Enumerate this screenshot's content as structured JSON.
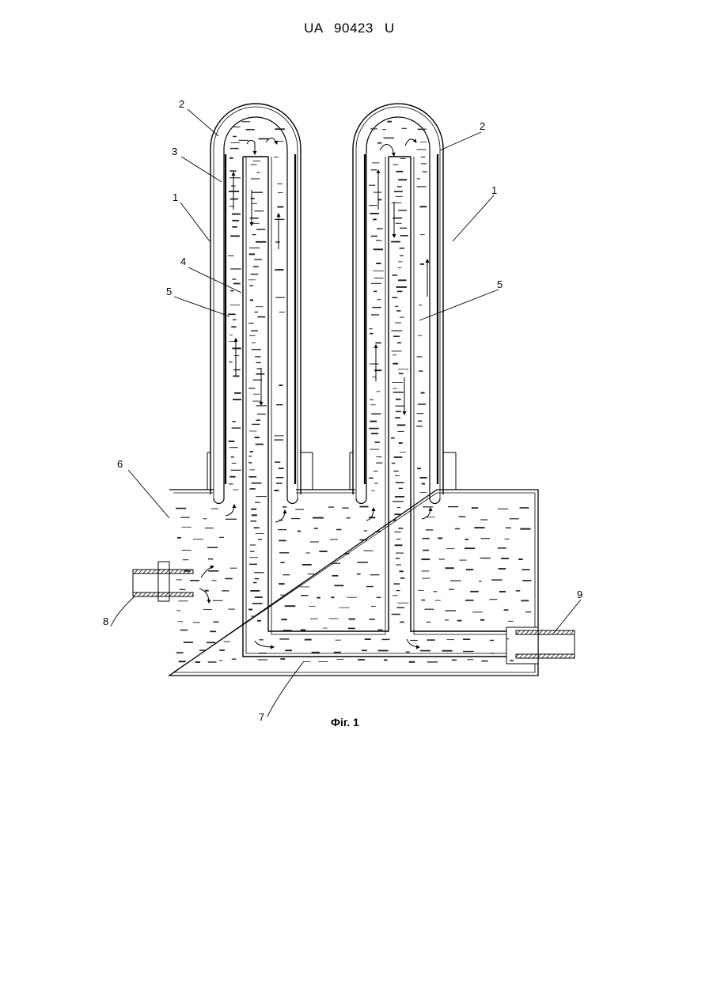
{
  "document": {
    "header": "UA 90423 U",
    "caption": "Фіг. 1"
  },
  "figure": {
    "labels": {
      "l1_left": "1",
      "l1_right": "1",
      "l2_left": "2",
      "l2_right": "2",
      "l3": "3",
      "l4": "4",
      "l5_left": "5",
      "l5_right": "5",
      "l6": "6",
      "l7": "7",
      "l8": "8",
      "l9": "9"
    }
  }
}
